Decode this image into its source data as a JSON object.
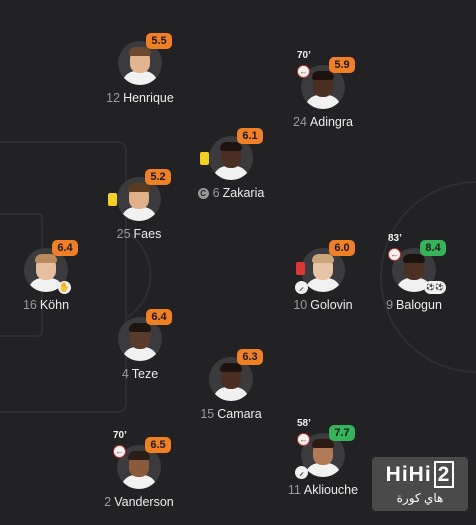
{
  "players": [
    {
      "id": "henrique",
      "number": "12",
      "name": "Henrique",
      "rating": "5.5",
      "rating_color": "orange",
      "skin": "#e2b48f",
      "hair": "#6d4a2f"
    },
    {
      "id": "adingra",
      "number": "24",
      "name": "Adingra",
      "rating": "5.9",
      "rating_color": "orange",
      "minute": "70’",
      "sub_out": true,
      "skin": "#4a2e22",
      "hair": "#1c1210"
    },
    {
      "id": "zakaria",
      "number": "6",
      "name": "Zakaria",
      "rating": "6.1",
      "rating_color": "orange",
      "captain": true,
      "captain_icon": "C",
      "yellow_card": true,
      "skin": "#4b2f24",
      "hair": "#1d1411"
    },
    {
      "id": "faes",
      "number": "25",
      "name": "Faes",
      "rating": "5.2",
      "rating_color": "orange",
      "yellow_card": true,
      "skin": "#e0b08a",
      "hair": "#5a3b22"
    },
    {
      "id": "kohn",
      "number": "16",
      "name": "Köhn",
      "rating": "6.4",
      "rating_color": "orange",
      "glove_icon": true,
      "skin": "#e6bea0",
      "hair": "#b98a5c"
    },
    {
      "id": "golovin",
      "number": "10",
      "name": "Golovin",
      "rating": "6.0",
      "rating_color": "orange",
      "red_card": true,
      "boot_icon": true,
      "skin": "#e9c3a6",
      "hair": "#c9a57a"
    },
    {
      "id": "balogun",
      "number": "9",
      "name": "Balogun",
      "rating": "8.4",
      "rating_color": "green",
      "minute": "83’",
      "sub_out": true,
      "goals_icon": true,
      "skin": "#4d3024",
      "hair": "#1c1210"
    },
    {
      "id": "teze",
      "number": "4",
      "name": "Teze",
      "rating": "6.4",
      "rating_color": "orange",
      "skin": "#5a3a2a",
      "hair": "#1e1510"
    },
    {
      "id": "camara",
      "number": "15",
      "name": "Camara",
      "rating": "6.3",
      "rating_color": "orange",
      "skin": "#4a2e22",
      "hair": "#1c1210"
    },
    {
      "id": "vanderson",
      "number": "2",
      "name": "Vanderson",
      "rating": "6.5",
      "rating_color": "orange",
      "minute": "70’",
      "sub_out": true,
      "skin": "#8a5a3c",
      "hair": "#2a1d15"
    },
    {
      "id": "akliouche",
      "number": "11",
      "name": "Akliouche",
      "rating": "7.7",
      "rating_color": "green",
      "minute": "58’",
      "sub_out": true,
      "boot_icon": true,
      "skin": "#b07a56",
      "hair": "#2a1a12"
    }
  ],
  "icons": {
    "sub_out": "arrow-left-circle-icon",
    "yellow_card": "yellow-card-icon",
    "red_card": "red-card-icon",
    "glove": "goalkeeper-glove-icon",
    "boot": "boot-icon",
    "goals": "football-icon",
    "captain": "captain-badge-icon"
  },
  "colors": {
    "background": "#222224",
    "rating_orange": "#f08022",
    "rating_green": "#35b45a",
    "yellow_card": "#f4d21c",
    "red_card": "#e13535"
  },
  "watermark": {
    "main": "HiHi",
    "main_two": "2",
    "sub": "هاي كورة"
  }
}
